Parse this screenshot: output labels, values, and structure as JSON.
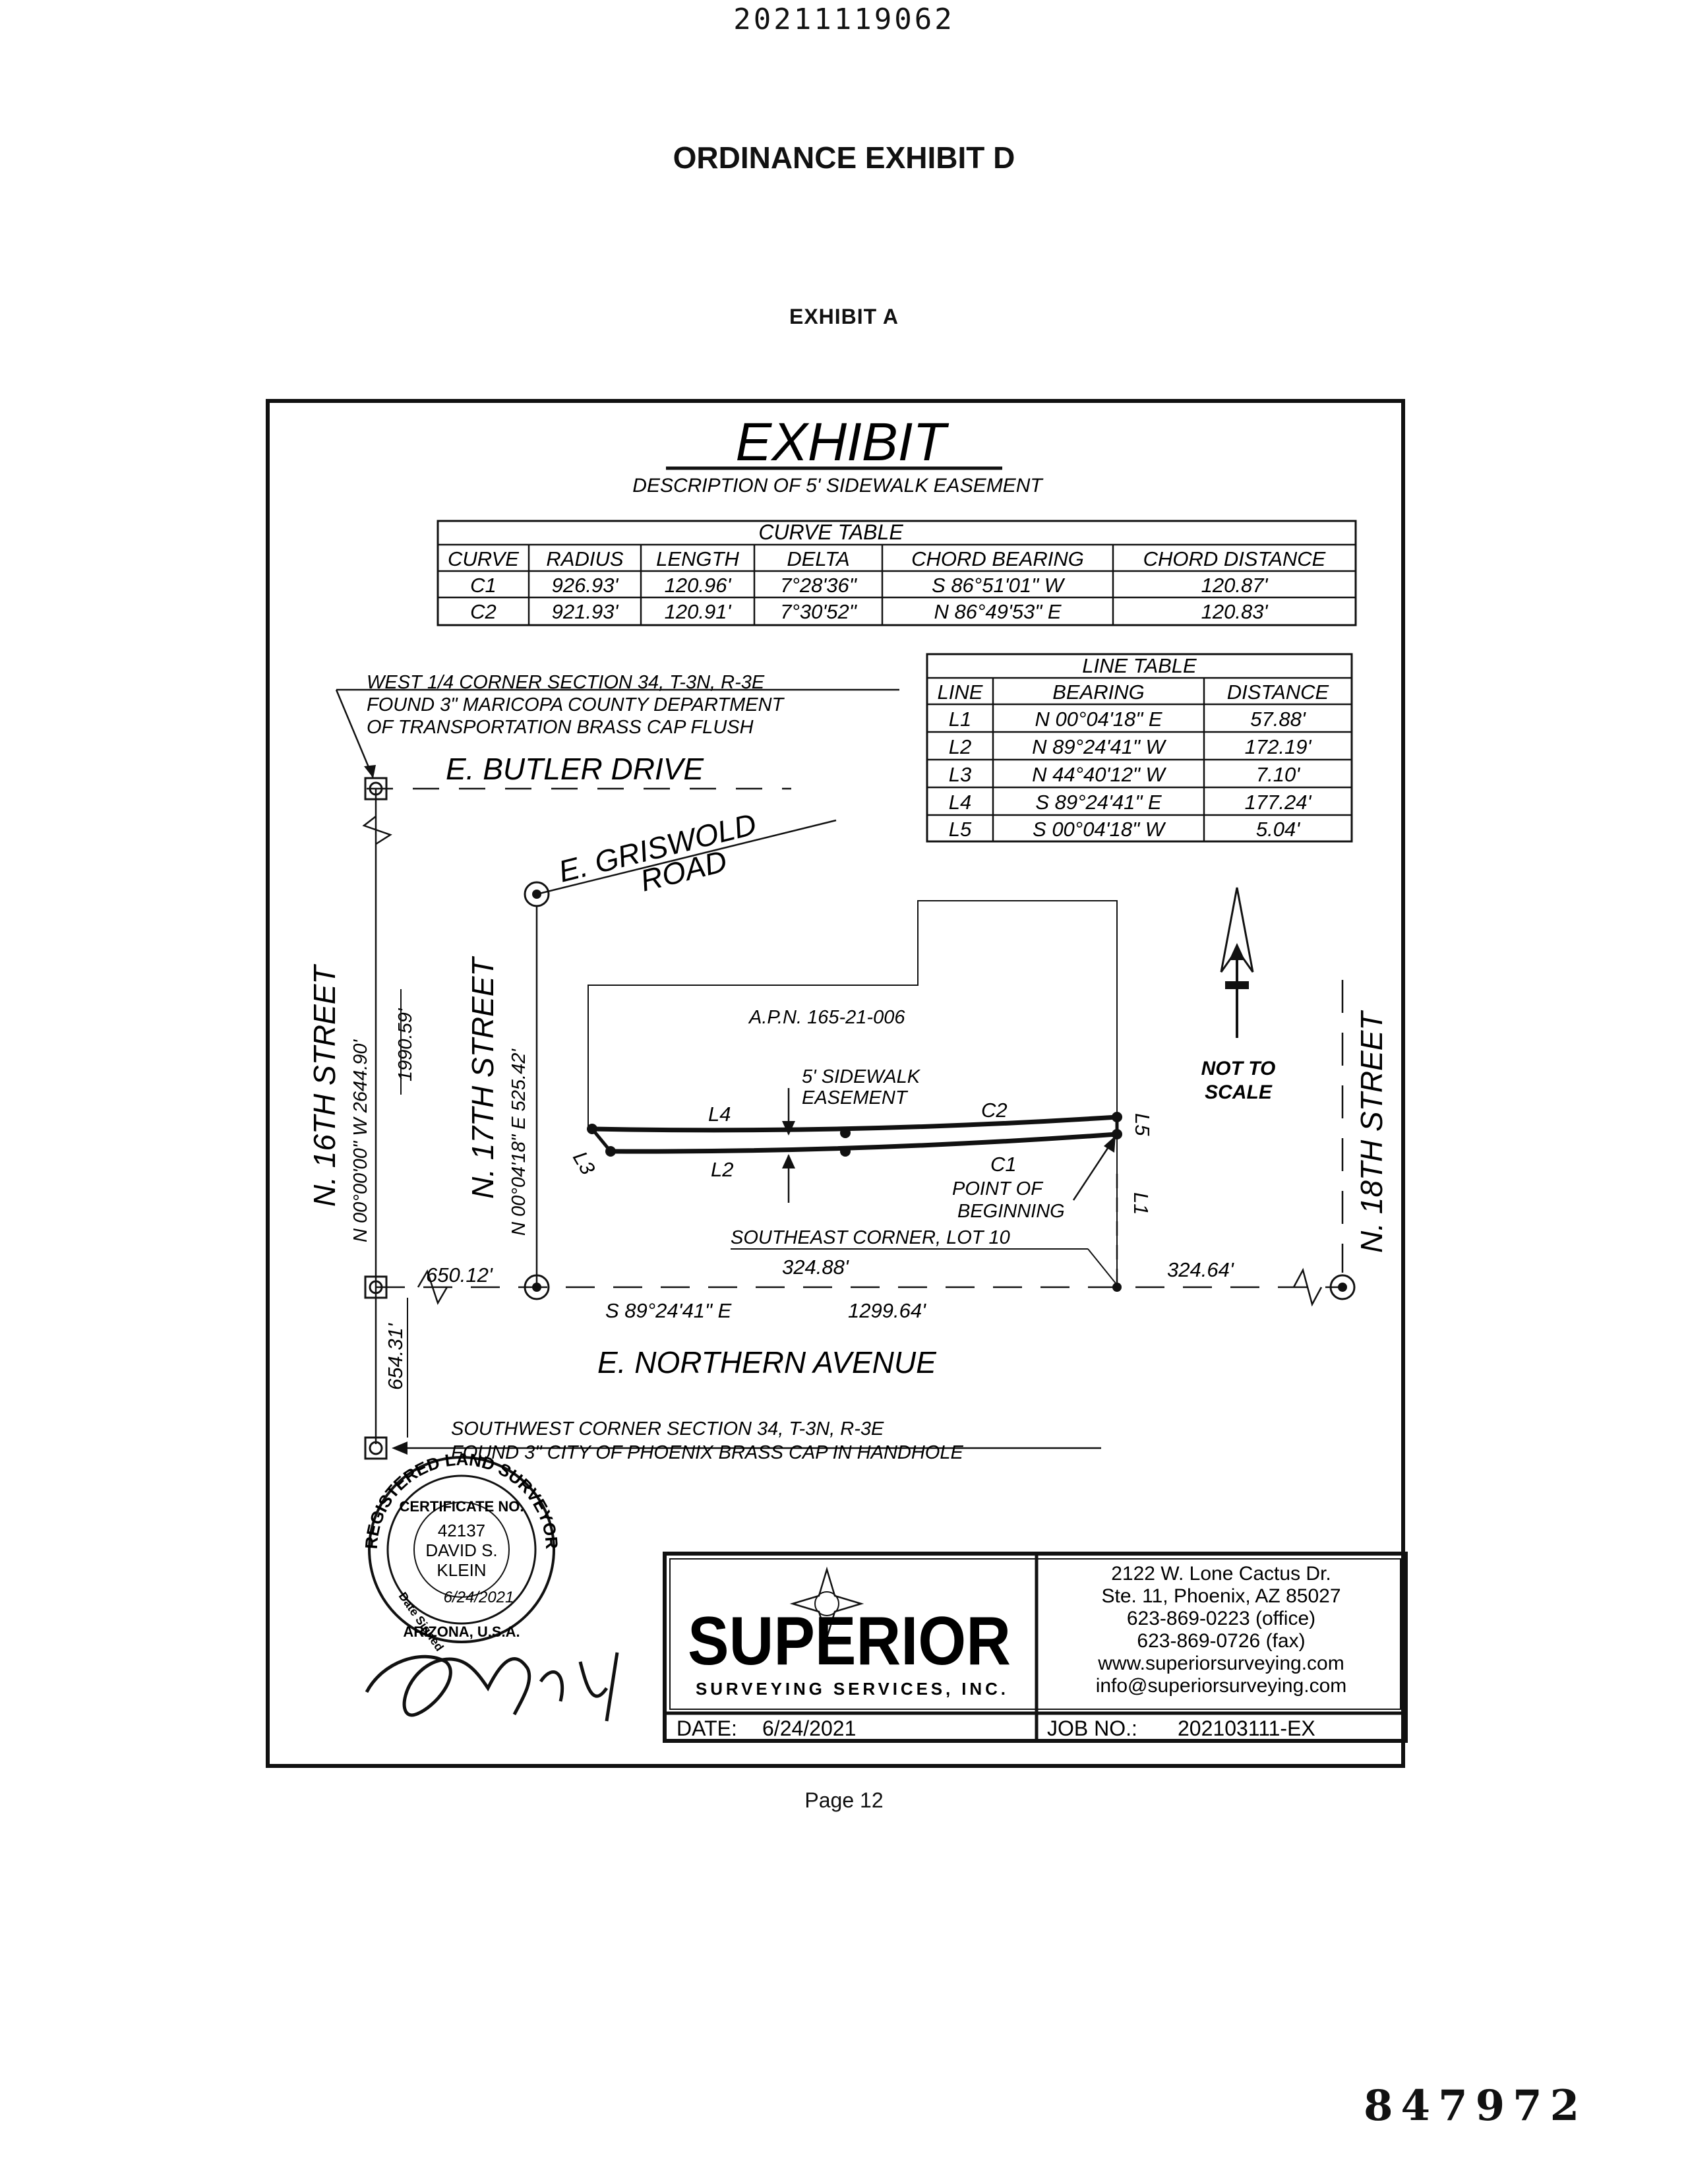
{
  "document": {
    "doc_number": "20211119062",
    "title": "ORDINANCE EXHIBIT D",
    "subtitle": "EXHIBIT A",
    "page_label": "Page 12",
    "stamp_number": "847972"
  },
  "exhibit": {
    "heading": "EXHIBIT",
    "description": "DESCRIPTION OF 5' SIDEWALK EASEMENT",
    "curve_table": {
      "title": "CURVE TABLE",
      "headers": [
        "CURVE",
        "RADIUS",
        "LENGTH",
        "DELTA",
        "CHORD BEARING",
        "CHORD DISTANCE"
      ],
      "rows": [
        [
          "C1",
          "926.93'",
          "120.96'",
          "7°28'36\"",
          "S 86°51'01\" W",
          "120.87'"
        ],
        [
          "C2",
          "921.93'",
          "120.91'",
          "7°30'52\"",
          "N 86°49'53\" E",
          "120.83'"
        ]
      ]
    },
    "line_table": {
      "title": "LINE TABLE",
      "headers": [
        "LINE",
        "BEARING",
        "DISTANCE"
      ],
      "rows": [
        [
          "L1",
          "N 00°04'18\" E",
          "57.88'"
        ],
        [
          "L2",
          "N 89°24'41\" W",
          "172.19'"
        ],
        [
          "L3",
          "N 44°40'12\" W",
          "7.10'"
        ],
        [
          "L4",
          "S 89°24'41\" E",
          "177.24'"
        ],
        [
          "L5",
          "S 00°04'18\" W",
          "5.04'"
        ]
      ]
    },
    "map": {
      "west_quarter_note": [
        "WEST 1/4 CORNER SECTION 34, T-3N, R-3E",
        "FOUND 3\" MARICOPA COUNTY DEPARTMENT",
        "OF TRANSPORTATION BRASS CAP FLUSH"
      ],
      "butler": "E. BUTLER DRIVE",
      "griswold_1": "E. GRISWOLD",
      "griswold_2": "ROAD",
      "n16": "N. 16TH STREET",
      "n16_bearing": "N 00°00'00\" W  2644.90'",
      "n16_dist": "1990.59'",
      "n17": "N. 17TH STREET",
      "n17_bearing": "N 00°04'18\" E   525.42'",
      "apn": "A.P.N. 165-21-006",
      "easement_1": "5' SIDEWALK",
      "easement_2": "EASEMENT",
      "l4": "L4",
      "l2": "L2",
      "l3": "L3",
      "l5": "L5",
      "l1": "L1",
      "c2": "C2",
      "c1": "C1",
      "pob_1": "POINT OF",
      "pob_2": "BEGINNING",
      "se_corner": "SOUTHEAST CORNER, LOT 10",
      "d650": "650.12'",
      "d324a": "324.88'",
      "d324b": "324.64'",
      "northern_bearing": "S 89°24'41\" E",
      "northern_dist": "1299.64'",
      "northern": "E. NORTHERN AVENUE",
      "d654": "654.31'",
      "sw_note": [
        "SOUTHWEST CORNER SECTION 34, T-3N, R-3E",
        "FOUND 3\" CITY OF PHOENIX BRASS CAP IN HANDHOLE"
      ],
      "not_to_scale_1": "NOT TO",
      "not_to_scale_2": "SCALE",
      "n18": "N. 18TH STREET"
    },
    "seal": {
      "ring_top": "REGISTERED LAND SURVEYOR",
      "certificate": "CERTIFICATE NO.",
      "number": "42137",
      "name_1": "DAVID S.",
      "name_2": "KLEIN",
      "date": "6/24/2021",
      "date_signed": "Date Signed",
      "state": "ARIZONA, U.S.A."
    },
    "company": {
      "logo": "SUPERIOR",
      "tagline": "SURVEYING SERVICES, INC.",
      "address_lines": [
        "2122 W. Lone Cactus Dr.",
        "Ste. 11, Phoenix, AZ  85027",
        "623-869-0223 (office)",
        "623-869-0726 (fax)",
        "www.superiorsurveying.com",
        "info@superiorsurveying.com"
      ],
      "date_label": "DATE:",
      "date_value": "6/24/2021",
      "job_label": "JOB NO.:",
      "job_value": "202103111-EX"
    }
  }
}
